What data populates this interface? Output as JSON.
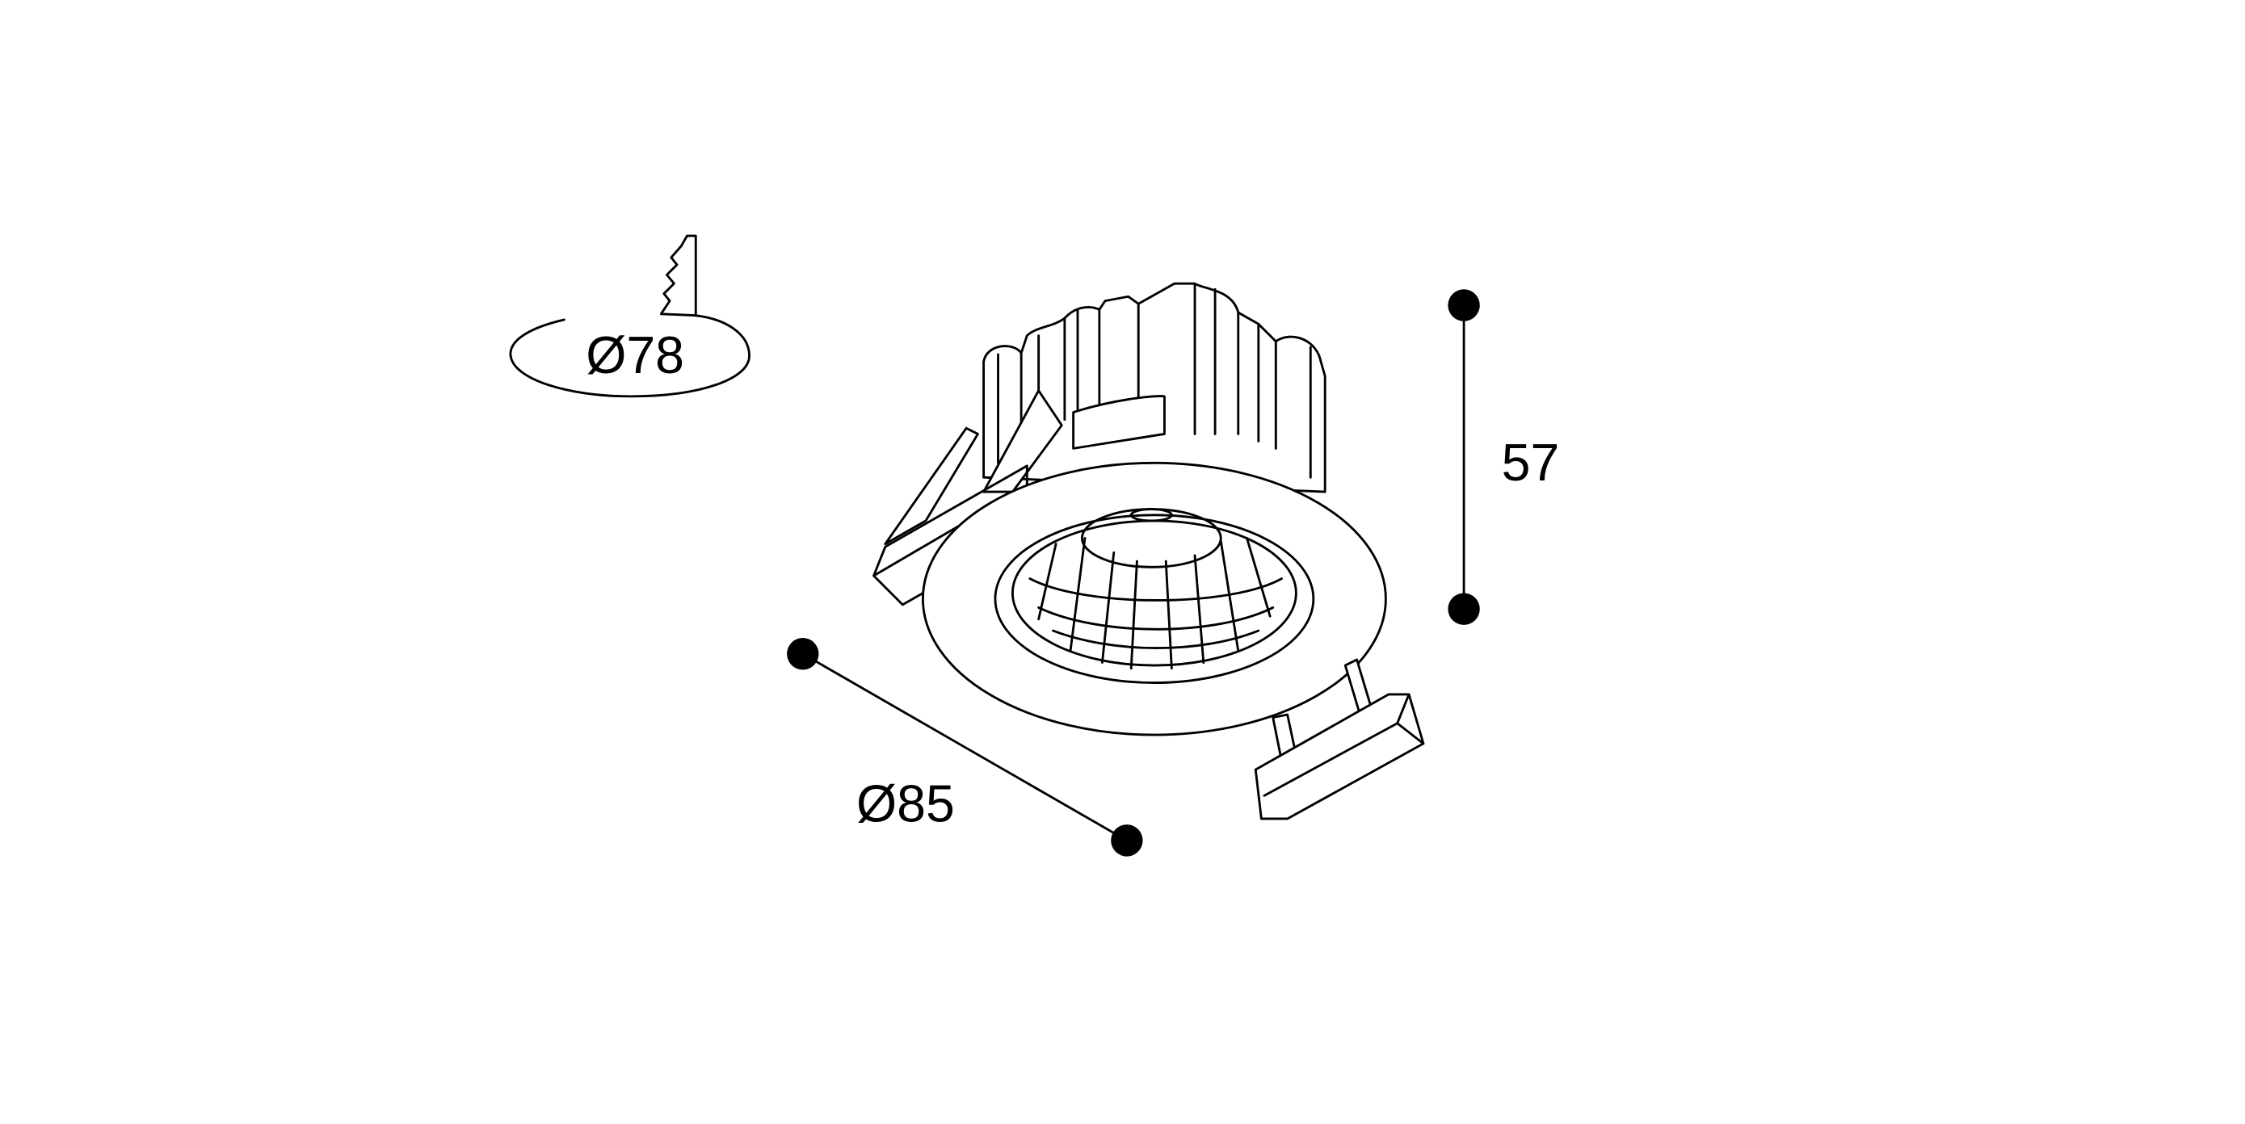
{
  "dimensions": {
    "cutout_diameter": "Ø78",
    "outer_diameter": "Ø85",
    "height": "57"
  },
  "colors": {
    "line": "#000000",
    "background": "#ffffff"
  }
}
